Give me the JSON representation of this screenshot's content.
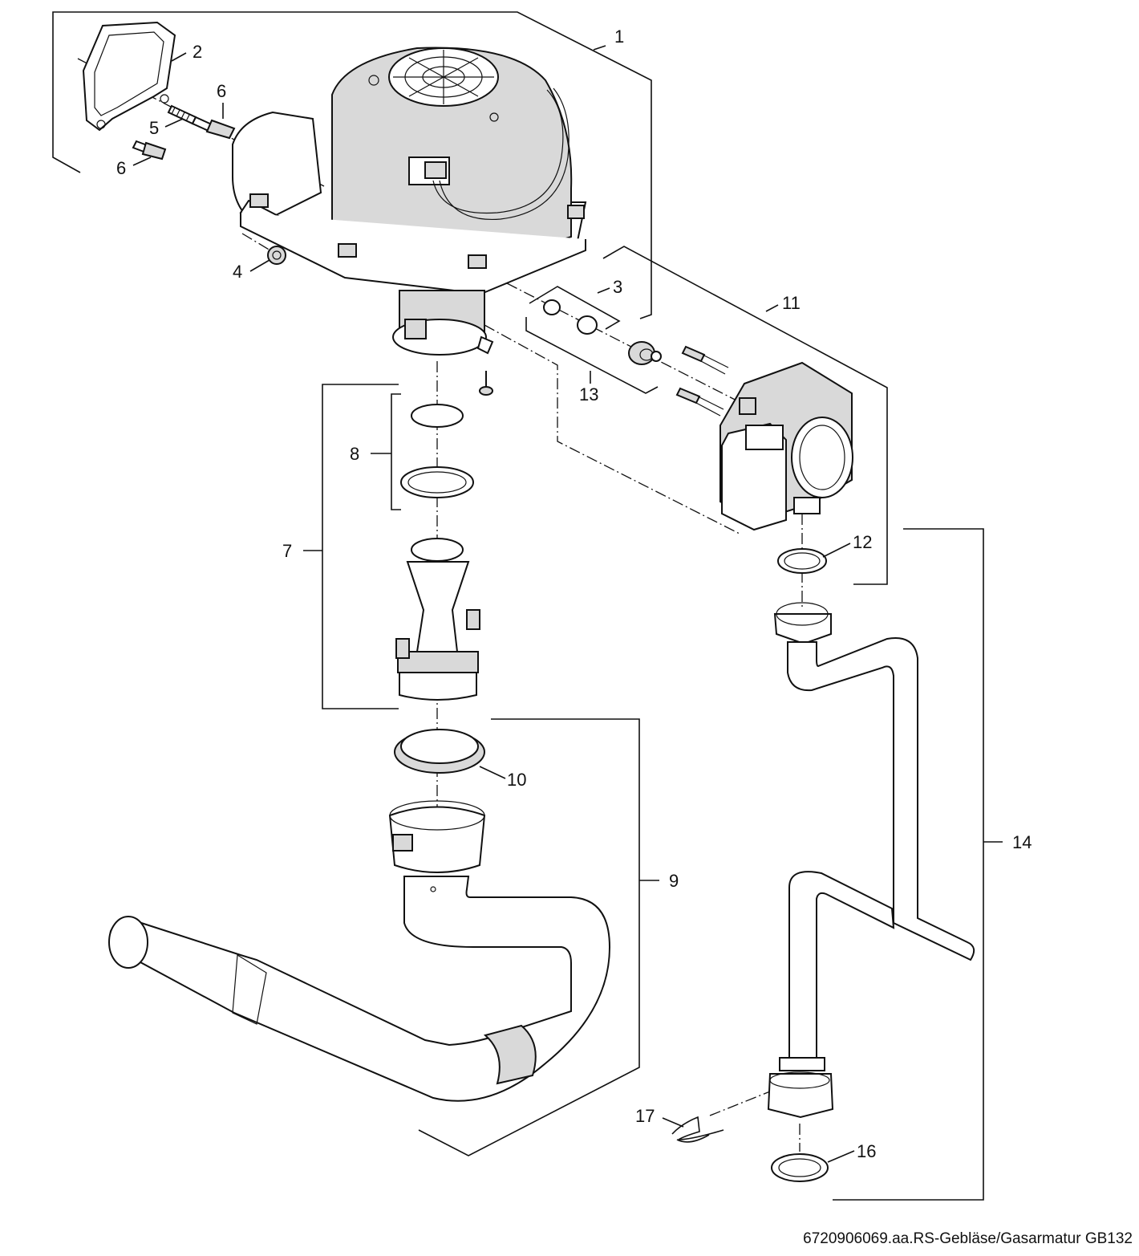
{
  "diagram": {
    "labels": [
      "1",
      "2",
      "3",
      "4",
      "5",
      "6",
      "6",
      "7",
      "8",
      "9",
      "10",
      "11",
      "12",
      "13",
      "14",
      "16",
      "17"
    ],
    "reference": "6720906069.aa.RS-Gebläse/Gasarmatur GB132"
  },
  "colors": {
    "line": "#111111",
    "part_fill": "#d9d9d9",
    "background": "#ffffff"
  }
}
